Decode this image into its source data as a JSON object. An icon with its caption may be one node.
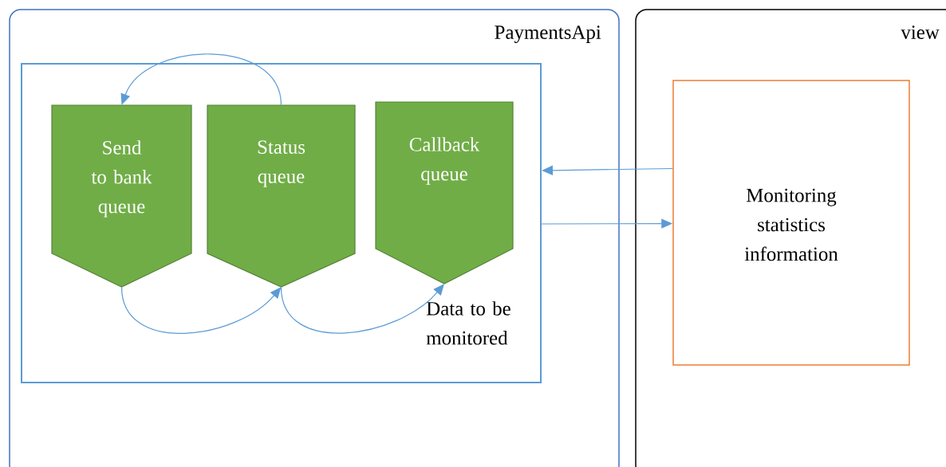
{
  "diagram": {
    "nodes": [
      {
        "text": [
          "PaymentsApi"
        ]
      },
      {
        "text": [
          "Data to be monitored"
        ],
        "in": 0
      },
      {
        "text": [
          "Send to bank queue"
        ],
        "in": 1
      },
      {
        "text": [
          "Status queue"
        ],
        "in": 1
      },
      {
        "text": [
          "Callback queue"
        ],
        "in": 1
      },
      {
        "text": [
          "view"
        ]
      },
      {
        "text": [
          "Monitoring statistics information"
        ],
        "in": 5
      }
    ],
    "edges": [
      {
        "from": 3,
        "to": 2,
        "arrow": "to"
      },
      {
        "from": 2,
        "to": 3,
        "arrow": "to"
      },
      {
        "from": 3,
        "to": 4,
        "arrow": "to"
      },
      {
        "from": 6,
        "to": 1,
        "arrow": "to"
      },
      {
        "from": 1,
        "to": 6,
        "arrow": "to"
      }
    ]
  }
}
